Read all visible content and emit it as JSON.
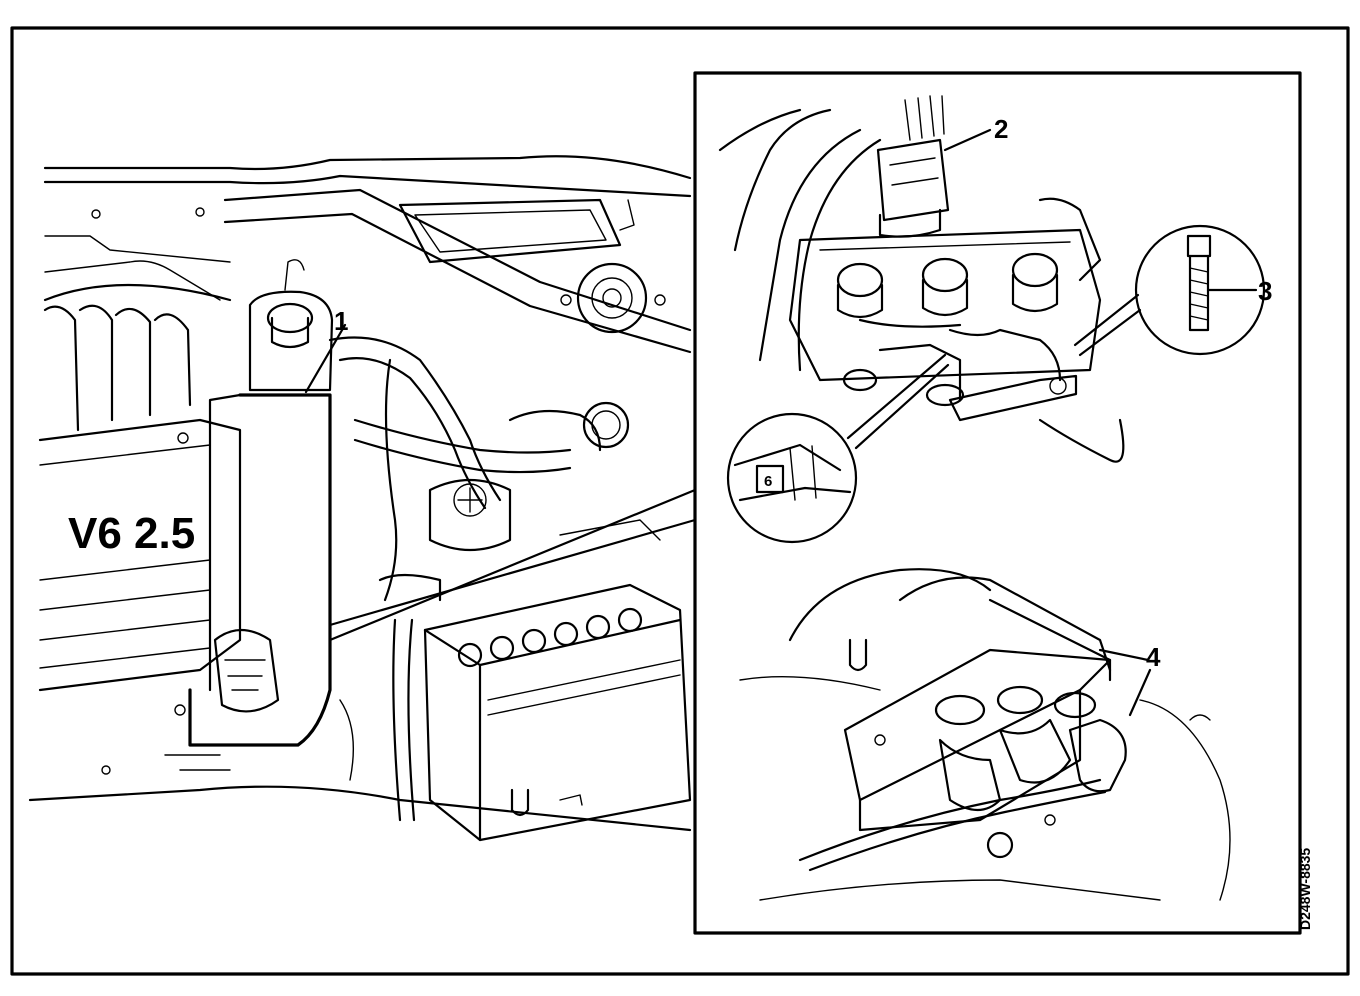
{
  "figure": {
    "engine_badge": "V6 2.5",
    "drawing_code": "D248W-8835",
    "connector_number": "6",
    "callouts": [
      "1",
      "2",
      "3",
      "4"
    ]
  }
}
